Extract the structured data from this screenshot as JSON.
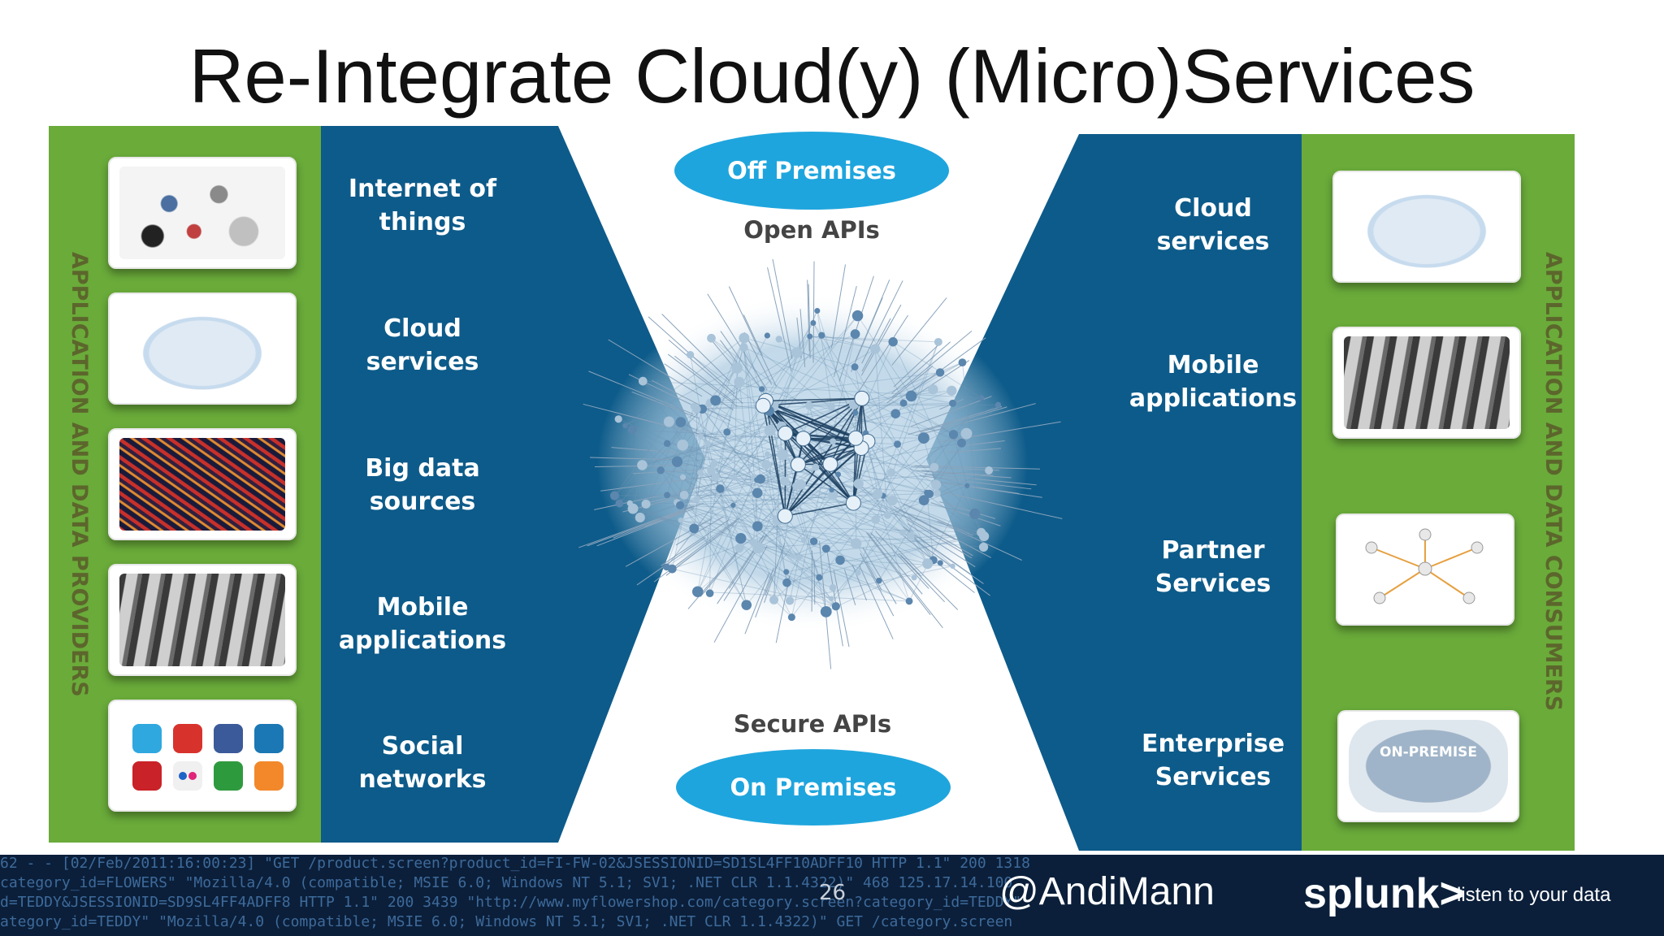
{
  "slide": {
    "title": "Re-Integrate Cloud(y) (Micro)Services",
    "page_number": "26"
  },
  "left": {
    "band_label": "APPLICATION AND DATA PROVIDERS",
    "items": [
      {
        "line1": "Internet of",
        "line2": "things"
      },
      {
        "line1": "Cloud",
        "line2": "services"
      },
      {
        "line1": "Big data",
        "line2": "sources"
      },
      {
        "line1": "Mobile",
        "line2": "applications"
      },
      {
        "line1": "Social",
        "line2": "networks"
      }
    ]
  },
  "right": {
    "band_label": "APPLICATION AND DATA CONSUMERS",
    "items": [
      {
        "line1": "Cloud",
        "line2": "services"
      },
      {
        "line1": "Mobile",
        "line2": "applications"
      },
      {
        "line1": "Partner",
        "line2": "Services"
      },
      {
        "line1": "Enterprise",
        "line2": "Services"
      }
    ],
    "onpremise_badge": "ON-PREMISE"
  },
  "center": {
    "top_ellipse": "Off Premises",
    "top_apis": "Open APIs",
    "bottom_apis": "Secure APIs",
    "bottom_ellipse": "On Premises"
  },
  "footer": {
    "handle": "@AndiMann",
    "brand": "splunk>",
    "tagline": "listen to your data",
    "log_lines": [
      "62 - - [02/Feb/2011:16:00:23] \"GET /product.screen?product_id=FI-FW-02&JSESSIONID=SD1SL4FF10ADFF10 HTTP 1.1\" 200 1318",
      "category_id=FLOWERS\" \"Mozilla/4.0 (compatible; MSIE 6.0; Windows NT 5.1; SV1; .NET CLR 1.1.4322)\" 468 125.17.14.100",
      "d=TEDDY&JSESSIONID=SD9SL4FF4ADFF8 HTTP 1.1\" 200 3439 \"http://www.myflowershop.com/category.screen?category_id=TEDDY\"",
      "ategory_id=TEDDY\" \"Mozilla/4.0 (compatible; MSIE 6.0; Windows NT 5.1; SV1; .NET CLR 1.1.4322)\" GET /category.screen"
    ]
  },
  "colors": {
    "band_green": "#6aab3a",
    "panel_blue": "#0d5b8a",
    "ellipse_blue": "#1fa5dd",
    "footer_navy": "#0b1f3a"
  },
  "icons": [
    "iot-collage-image",
    "cloud-diagram-image",
    "light-trails-image",
    "mobile-wall-image",
    "social-icons-image",
    "partner-network-image",
    "on-premise-image",
    "network-graph"
  ]
}
